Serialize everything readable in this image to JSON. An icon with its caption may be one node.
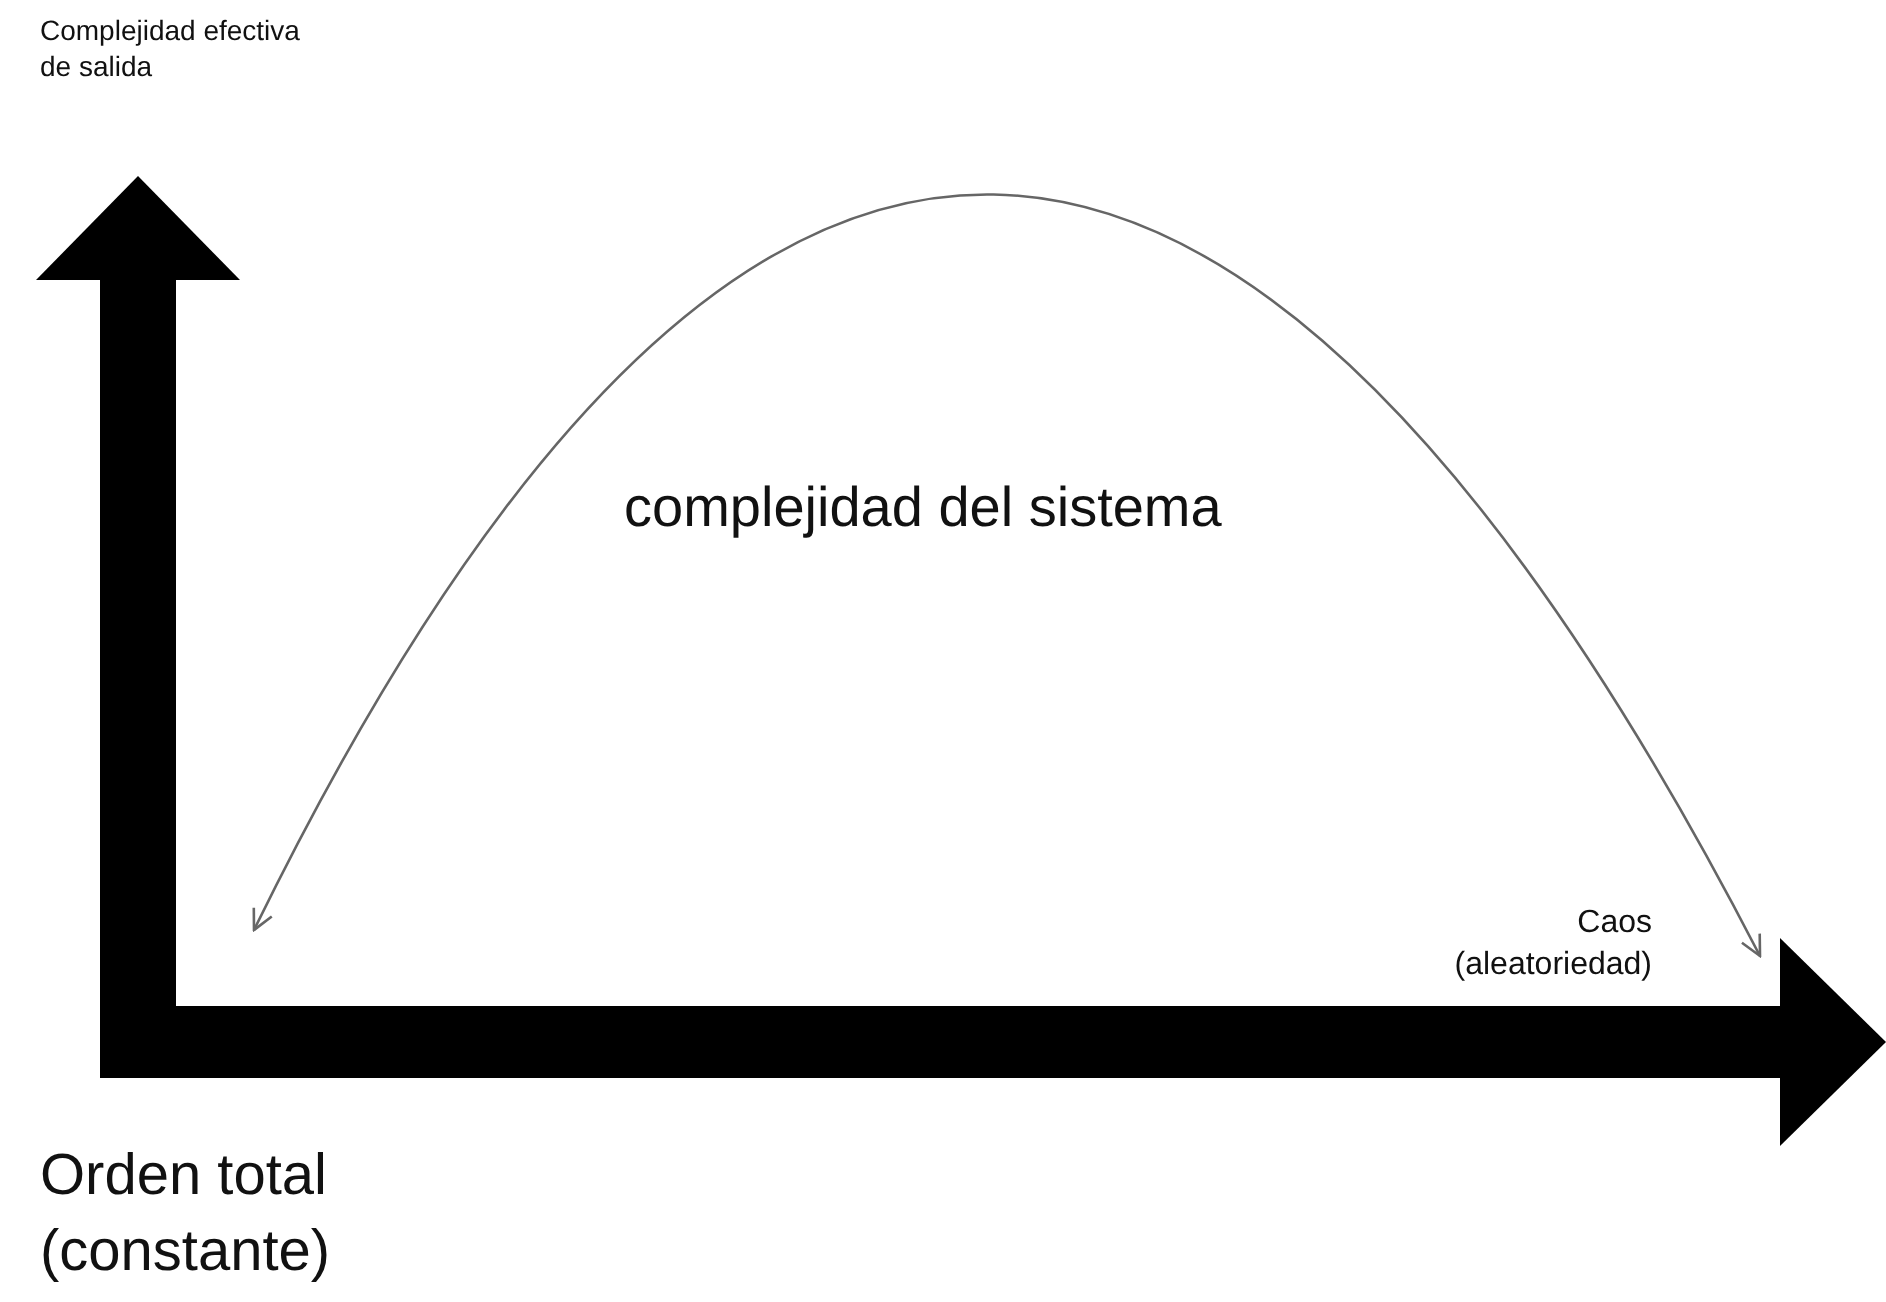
{
  "diagram": {
    "labels": [
      "Complejidad efectiva de salida",
      "complejidad del sistema",
      "Caos (aleatoriedad)",
      "Orden total (constante)"
    ]
  }
}
